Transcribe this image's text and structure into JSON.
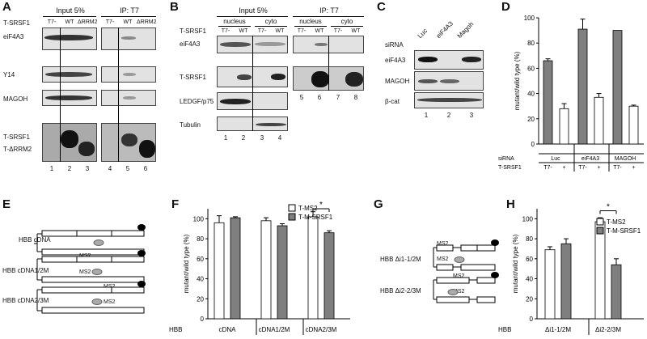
{
  "panels": {
    "A": "A",
    "B": "B",
    "C": "C",
    "D": "D",
    "E": "E",
    "F": "F",
    "G": "G",
    "H": "H"
  },
  "panelA": {
    "header_input": "Input 5%",
    "header_ip": "IP: T7",
    "row_label": "T-SRSF1",
    "cols_input": [
      "T7-",
      "WT",
      "ΔRRM2"
    ],
    "cols_ip": [
      "T7-",
      "WT",
      "ΔRRM2"
    ],
    "rows": [
      "eiF4A3",
      "Y14",
      "MAGOH"
    ],
    "bottom_rows": [
      "T-SRSF1",
      "T-ΔRRM2"
    ],
    "lanes": [
      "1",
      "2",
      "3",
      "4",
      "5",
      "6"
    ]
  },
  "panelB": {
    "header_input": "Input 5%",
    "header_ip": "IP: T7",
    "row_label": "T-SRSF1",
    "fractions": [
      "nucleus",
      "cyto"
    ],
    "ip_fractions": [
      "nucleus",
      "cyto"
    ],
    "cols": [
      "T7-",
      "WT",
      "T7-",
      "WT"
    ],
    "ip_cols": [
      "T7-",
      "WT",
      "T7-",
      "WT"
    ],
    "rows": [
      "eiF4A3",
      "T-SRSF1",
      "LEDGF/p75",
      "Tubulin"
    ],
    "lanes_input": [
      "1",
      "2",
      "3",
      "4"
    ],
    "lanes_ip": [
      "5",
      "6",
      "7",
      "8"
    ]
  },
  "panelC": {
    "row_label": "siRNA",
    "cols": [
      "Luc",
      "eiF4A3",
      "Magoh"
    ],
    "rows": [
      "eiF4A3",
      "MAGOH",
      "β-cat"
    ],
    "lanes": [
      "1",
      "2",
      "3"
    ]
  },
  "chart_data": [
    {
      "id": "D",
      "type": "bar",
      "ylabel": "mutant/wild type (%)",
      "ylim": [
        0,
        100
      ],
      "yticks": [
        "0",
        "20",
        "40",
        "60",
        "80",
        "100"
      ],
      "row1_label": "siRNA",
      "row2_label": "T-SRSF1",
      "groups": [
        "Luc",
        "eiF4A3",
        "MAGOH"
      ],
      "conditions": [
        "T7-",
        "+"
      ],
      "values": [
        66,
        28,
        91,
        37,
        90,
        30
      ],
      "errors": [
        1.5,
        4,
        8,
        3,
        0,
        0.8
      ]
    },
    {
      "id": "F",
      "type": "bar",
      "ylabel": "mutant/wild type (%)",
      "ylim": [
        0,
        110
      ],
      "yticks": [
        "0",
        "20",
        "40",
        "60",
        "80",
        "100"
      ],
      "xlabel_prefix": "HBB",
      "categories": [
        "cDNA",
        "cDNA1/2M",
        "cDNA2/3M"
      ],
      "series": [
        {
          "name": "T-MS2",
          "values": [
            96,
            98,
            102
          ],
          "errors": [
            7,
            3,
            5
          ]
        },
        {
          "name": "T-M-SRSF1",
          "values": [
            101,
            93,
            86
          ],
          "errors": [
            1,
            2,
            2
          ]
        }
      ],
      "significance": "*"
    },
    {
      "id": "H",
      "type": "bar",
      "ylabel": "mutant/wild type (%)",
      "ylim": [
        0,
        110
      ],
      "yticks": [
        "0",
        "20",
        "40",
        "60",
        "80",
        "100"
      ],
      "xlabel_prefix": "HBB",
      "categories": [
        "Δi1-1/2M",
        "Δi2-2/3M"
      ],
      "series": [
        {
          "name": "T-MS2",
          "values": [
            69,
            97
          ],
          "errors": [
            3,
            4
          ]
        },
        {
          "name": "T-M-SRSF1",
          "values": [
            75,
            54
          ],
          "errors": [
            5,
            6
          ]
        }
      ],
      "significance": "*"
    }
  ],
  "panelE": {
    "constructs": [
      "HBB cDNA",
      "HBB cDNA1/2M",
      "HBB cDNA2/3M"
    ],
    "tag": "MS2"
  },
  "panelG": {
    "constructs": [
      "HBB Δi1-1/2M",
      "HBB Δi2-2/3M"
    ],
    "tag": "MS2"
  },
  "colors": {
    "dark_bar": "#7f7f7f",
    "light_bar": "#ffffff",
    "line": "#000000"
  }
}
